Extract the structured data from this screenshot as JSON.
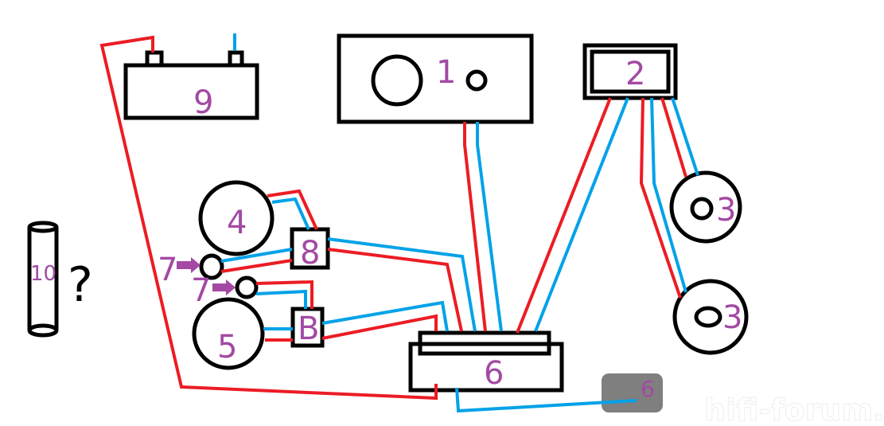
{
  "diagram": {
    "components": [
      {
        "id": "1",
        "label": "1",
        "shape": "head-unit"
      },
      {
        "id": "2",
        "label": "2",
        "shape": "box"
      },
      {
        "id": "3a",
        "label": "3",
        "shape": "speaker"
      },
      {
        "id": "3b",
        "label": "3",
        "shape": "speaker"
      },
      {
        "id": "4",
        "label": "4",
        "shape": "remote-box"
      },
      {
        "id": "5",
        "label": "5",
        "shape": "amplifier"
      },
      {
        "id": "6a",
        "label": "6",
        "shape": "speaker"
      },
      {
        "id": "6b",
        "label": "6",
        "shape": "speaker"
      },
      {
        "id": "7a",
        "label": "7",
        "shape": "tweeter"
      },
      {
        "id": "7b",
        "label": "7",
        "shape": "tweeter"
      },
      {
        "id": "8a",
        "label": "8",
        "shape": "crossover"
      },
      {
        "id": "8b",
        "label": "B",
        "shape": "crossover"
      },
      {
        "id": "9",
        "label": "9",
        "shape": "battery"
      },
      {
        "id": "10",
        "label": "10",
        "shape": "cylinder"
      }
    ],
    "question_mark": "?",
    "wire_colors": {
      "positive": "#ec1c24",
      "negative": "#00a2e8",
      "label": "#a349a4",
      "remote_box": "#7f7f7f"
    }
  },
  "watermark": "hifi-forum.de"
}
